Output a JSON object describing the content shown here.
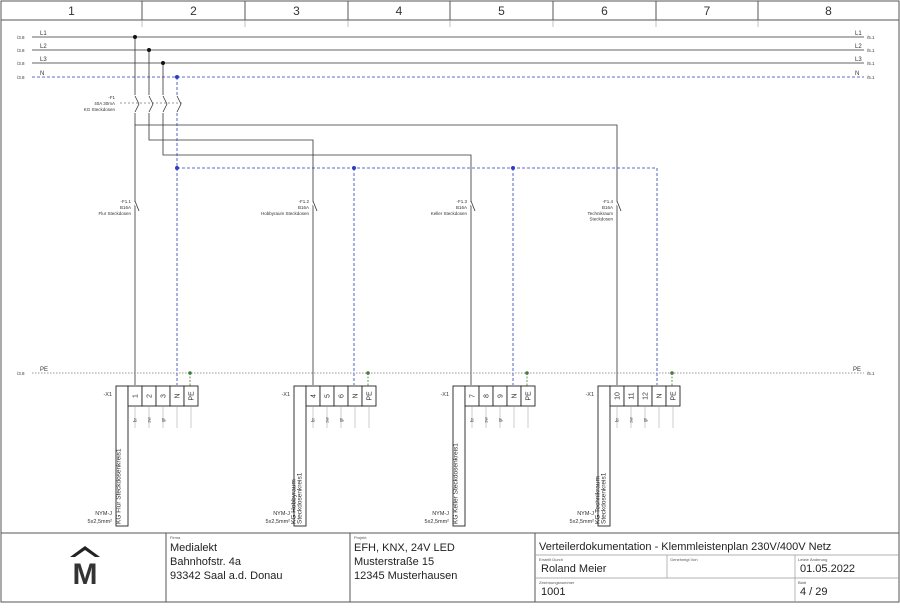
{
  "columns": [
    "1",
    "2",
    "3",
    "4",
    "5",
    "6",
    "7",
    "8"
  ],
  "rails": {
    "left_refs": [
      "/3.8",
      "/3.8",
      "/3.8",
      "/3.8"
    ],
    "right_refs": [
      "/5.1",
      "/5.1",
      "/5.1",
      "/5.1"
    ],
    "labels": [
      "L1",
      "L2",
      "L3",
      "N"
    ]
  },
  "pe_rail": {
    "label": "PE",
    "left_ref": "/3.8",
    "right_ref": "/5.1"
  },
  "main_breaker": {
    "tag": "-F1",
    "rating": "40A 30mA",
    "desc": "KG Steckdosen"
  },
  "breakers": [
    {
      "tag": "-F1.1",
      "rating": "B16A",
      "desc": [
        "Flur Steckdosen"
      ]
    },
    {
      "tag": "-F1.2",
      "rating": "B16A",
      "desc": [
        "Hobbyraum Steckdosen"
      ]
    },
    {
      "tag": "-F1.3",
      "rating": "B16A",
      "desc": [
        "Keller Steckdosen"
      ]
    },
    {
      "tag": "-F1.4",
      "rating": "B16A",
      "desc": [
        "Technikraum",
        "Steckdosen"
      ]
    }
  ],
  "terminal_blocks": [
    {
      "tag": "-X1",
      "terminals": [
        "1",
        "2",
        "3",
        "N",
        "PE"
      ],
      "circuit": [
        "KG Flur Steckdosenkreis1"
      ],
      "cable": "NYM-J",
      "cable_size": "5x2,5mm²"
    },
    {
      "tag": "-X1",
      "terminals": [
        "4",
        "5",
        "6",
        "N",
        "PE"
      ],
      "circuit": [
        "KG Hobbyraum",
        "Steckdosenkreis1"
      ],
      "cable": "NYM-J",
      "cable_size": "5x2,5mm²"
    },
    {
      "tag": "-X1",
      "terminals": [
        "7",
        "8",
        "9",
        "N",
        "PE"
      ],
      "circuit": [
        "KG Keller Steckdosenkreis1"
      ],
      "cable": "NYM-J",
      "cable_size": "5x2,5mm²"
    },
    {
      "tag": "-X1",
      "terminals": [
        "10",
        "11",
        "12",
        "N",
        "PE"
      ],
      "circuit": [
        "KG Technikraum",
        "Steckdosenkreis1"
      ],
      "cable": "NYM-J",
      "cable_size": "5x2,5mm²"
    }
  ],
  "wire_colors": [
    "br",
    "sw",
    "gr"
  ],
  "title_block": {
    "company_label": "Firma",
    "company": [
      "Medialekt",
      "Bahnhofstr. 4a",
      "93342 Saal a.d. Donau"
    ],
    "project_label": "Projekt",
    "project": [
      "EFH, KNX, 24V LED",
      "Musterstraße 15",
      "12345 Musterhausen"
    ],
    "title": "Verteilerdokumentation - Klemmleistenplan 230V/400V Netz",
    "created_by_label": "Erstellt Durch",
    "created_by": "Roland Meier",
    "approved_label": "Genehmigt Von",
    "approved_by": "",
    "last_change_label": "Letzte Änderung",
    "last_change": "01.05.2022",
    "drawing_no_label": "Zeichnungsnummer",
    "drawing_no": "1001",
    "sheet_label": "Blatt",
    "sheet": "4 / 29"
  },
  "logo_letter": "M",
  "colors": {
    "line": "#333333",
    "neutral": "#2a3fbf",
    "pe": "#3f7f3f",
    "frame": "#444444"
  }
}
